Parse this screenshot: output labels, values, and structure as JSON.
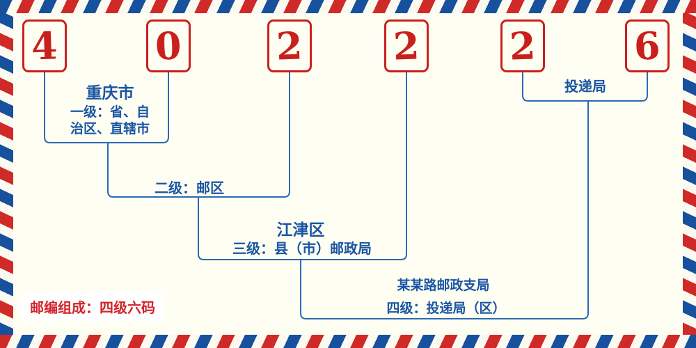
{
  "postal_code": "402226",
  "digits": [
    "4",
    "0",
    "2",
    "2",
    "2",
    "6"
  ],
  "labels": {
    "level1": {
      "title": "重庆市",
      "line1": "一级：省、自",
      "line2": "治区、直辖市"
    },
    "level2": {
      "text": "二级：邮区"
    },
    "level3": {
      "title": "江津区",
      "text": "三级：县（市）邮政局"
    },
    "level4": {
      "title": "某某路邮政支局",
      "text": "四级：投递局（区）"
    },
    "delivery": {
      "text": "投递局"
    },
    "footer": {
      "text": "邮编组成：四级六码"
    }
  },
  "colors": {
    "digit_red": "#c9201d",
    "label_blue": "#1a55a4",
    "line_blue": "#2a6ab5",
    "stripe_red": "#cf2a28",
    "stripe_blue": "#17509d",
    "background": "#fffef2",
    "footer_red": "#d2252b"
  }
}
